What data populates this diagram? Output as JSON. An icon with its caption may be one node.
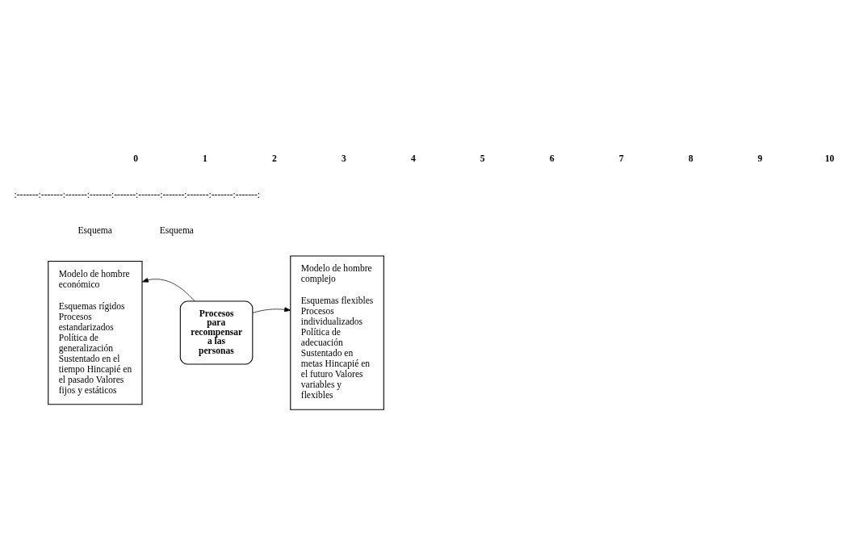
{
  "diagram": {
    "nodes": [
      {
        "text": [
          "Modelo de hombre económico",
          "Esquemas rígidos Procesos estandarizados Política de generalización Sustentado en el tiempo Hincapié en el pasado Valores fijos y estáticos"
        ]
      },
      {
        "text": [
          "Procesos para recompensar a las personas"
        ]
      },
      {
        "text": [
          "Modelo de hombre complejo",
          "Esquemas flexibles Procesos individualizados Política de adecuación Sustentado en metas Hincapié en el futuro Valores variables y flexibles"
        ]
      }
    ],
    "edges": [
      {
        "from": 1,
        "to": 0,
        "arrow": "to"
      },
      {
        "from": 1,
        "to": 2,
        "arrow": "to"
      }
    ],
    "labels": [
      "0",
      "1",
      "2",
      "3",
      "4",
      "5",
      "6",
      "7",
      "8",
      "9",
      "10",
      ":-------:-------:-------:-------:-------:-------:-------:-------:-------:-------:",
      "Esquema",
      "Esquema"
    ]
  }
}
